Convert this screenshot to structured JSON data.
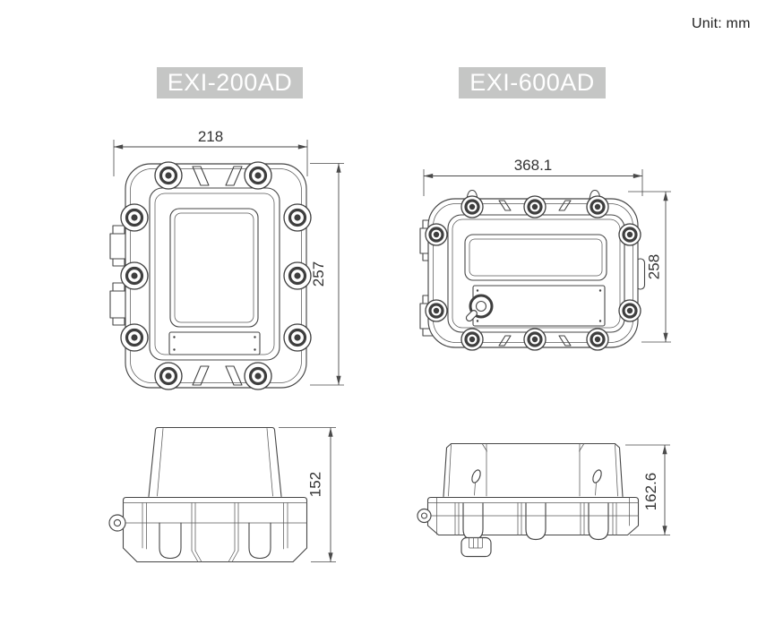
{
  "unit_label": "Unit: mm",
  "colors": {
    "label_bg": "#c5c6c5",
    "label_text": "#ffffff",
    "line": "#464646",
    "dim_text": "#333333"
  },
  "products": [
    {
      "model": "EXI-200AD",
      "front_view": {
        "width": "218",
        "height": "257"
      },
      "side_view": {
        "height": "152"
      }
    },
    {
      "model": "EXI-600AD",
      "front_view": {
        "width": "368.1",
        "height": "258"
      },
      "side_view": {
        "height": "162.6"
      }
    }
  ]
}
